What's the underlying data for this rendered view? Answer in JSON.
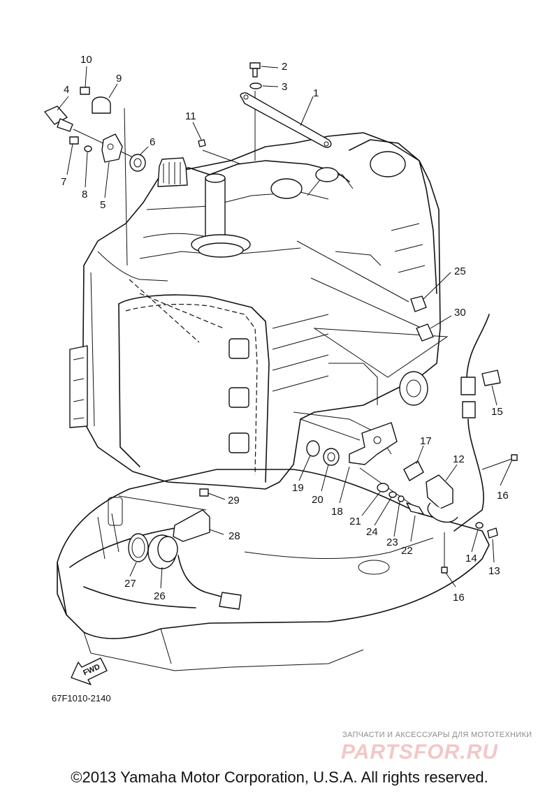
{
  "callouts": [
    "1",
    "2",
    "3",
    "4",
    "5",
    "6",
    "7",
    "8",
    "9",
    "10",
    "11",
    "12",
    "13",
    "14",
    "15",
    "16",
    "16",
    "17",
    "18",
    "19",
    "20",
    "21",
    "22",
    "23",
    "24",
    "25",
    "26",
    "27",
    "28",
    "29",
    "30"
  ],
  "fwd_label": "FWD",
  "part_number": "67F1010-2140",
  "watermark": {
    "tagline": "ЗАПЧАСТИ И АКСЕССУАРЫ ДЛЯ МОТОТЕХНИКИ",
    "logo": "PARTSFOR.RU"
  },
  "copyright": "©2013 Yamaha Motor Corporation, U.S.A. All rights reserved."
}
